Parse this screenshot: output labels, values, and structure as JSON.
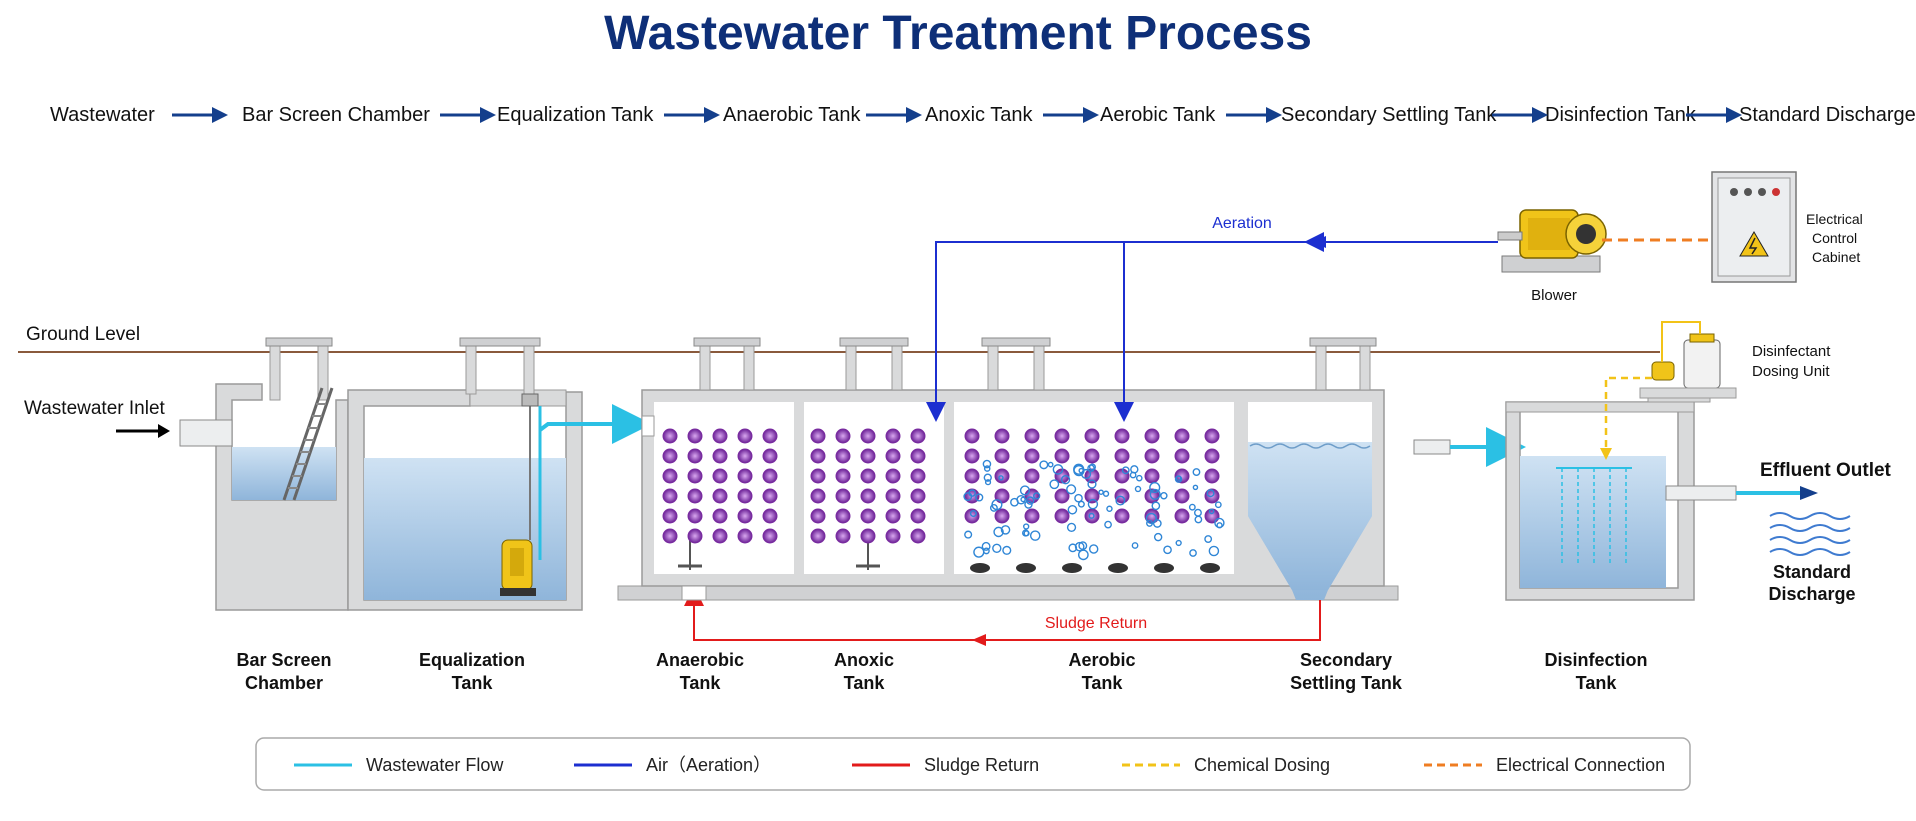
{
  "title": "Wastewater Treatment Process",
  "process_flow": [
    "Wastewater",
    "Bar Screen Chamber",
    "Equalization Tank",
    "Anaerobic Tank",
    "Anoxic Tank",
    "Aerobic Tank",
    "Secondary Settling Tank",
    "Disinfection Tank",
    "Standard Discharge"
  ],
  "labels": {
    "ground_level": "Ground Level",
    "wastewater_inlet": "Wastewater Inlet",
    "aeration": "Aeration",
    "blower": "Blower",
    "electrical_cabinet": [
      "Electrical",
      "Control",
      "Cabinet"
    ],
    "disinfectant_dosing": [
      "Disinfectant",
      "Dosing Unit"
    ],
    "effluent_outlet": "Effluent Outlet",
    "standard_discharge": [
      "Standard",
      "Discharge"
    ],
    "sludge_return": "Sludge Return"
  },
  "tank_names": [
    [
      "Bar Screen",
      "Chamber"
    ],
    [
      "Equalization",
      "Tank"
    ],
    [
      "Anaerobic",
      "Tank"
    ],
    [
      "Anoxic",
      "Tank"
    ],
    [
      "Aerobic",
      "Tank"
    ],
    [
      "Secondary",
      "Settling Tank"
    ],
    [
      "Disinfection",
      "Tank"
    ]
  ],
  "legend": [
    {
      "label": "Wastewater Flow",
      "color": "#2bc0e4",
      "style": "solid"
    },
    {
      "label": "Air（Aeration）",
      "color": "#1c2fd0",
      "style": "solid"
    },
    {
      "label": "Sludge Return",
      "color": "#e21b1b",
      "style": "solid"
    },
    {
      "label": "Chemical Dosing",
      "color": "#f2c318",
      "style": "dashed"
    },
    {
      "label": "Electrical Connection",
      "color": "#ef7d22",
      "style": "dashed"
    }
  ],
  "colors": {
    "title": "#0e2f78",
    "flow_arrow": "#143f8c",
    "water": "#a9c9e6",
    "concrete": "#d9dadb",
    "ground": "#8a5a3c",
    "bacteria": "#7a2ca0"
  }
}
